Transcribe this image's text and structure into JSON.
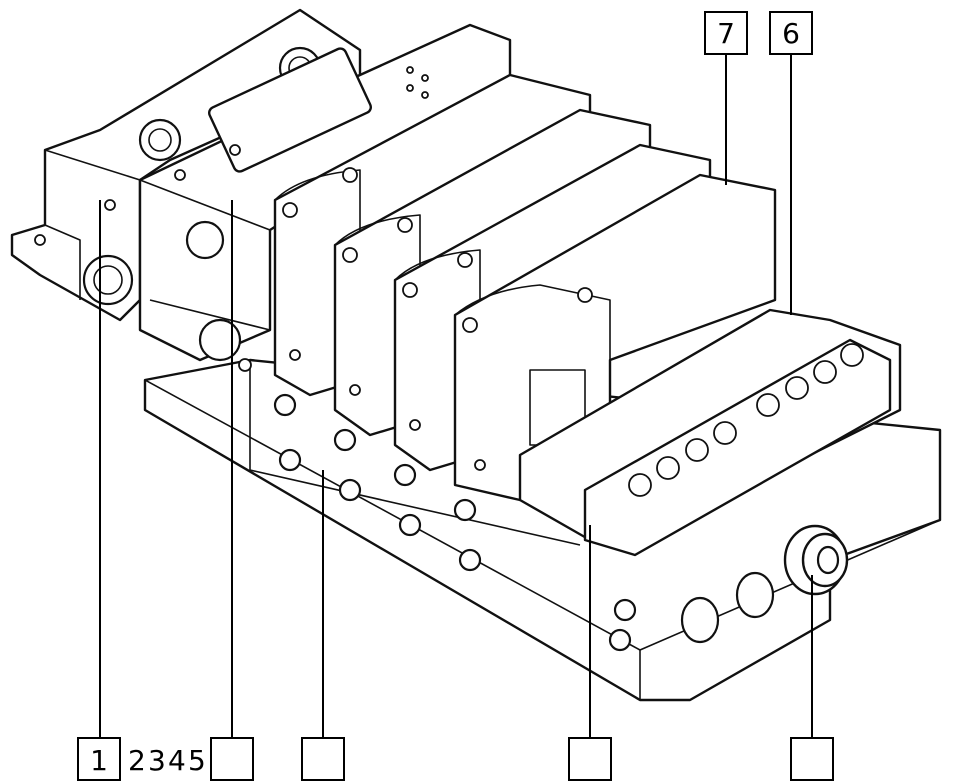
{
  "callouts_bottom": {
    "label_1": "1",
    "label_2": "2",
    "label_3": "3",
    "label_4": "4",
    "label_5": "5"
  },
  "callouts_top": {
    "label_7": "7",
    "label_6": "6"
  },
  "colors": {
    "line": "#111111",
    "background": "#ffffff"
  }
}
